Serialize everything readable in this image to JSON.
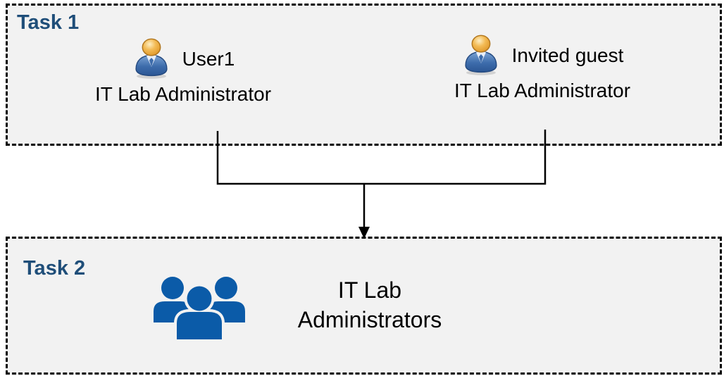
{
  "diagram": {
    "task1": {
      "label": "Task 1",
      "users": [
        {
          "name": "User1",
          "role": "IT Lab Administrator"
        },
        {
          "name": "Invited guest",
          "role": "IT Lab Administrator"
        }
      ]
    },
    "task2": {
      "label": "Task 2",
      "group": {
        "line1": "IT Lab",
        "line2": "Administrators"
      }
    },
    "colors": {
      "task_label": "#1F4E79",
      "box_background": "#F2F2F2",
      "box_border": "#000000",
      "body_text": "#000000",
      "group_icon_blue": "#0B5BA8",
      "connector": "#000000"
    },
    "icons": {
      "user_icon": "person-icon",
      "group_icon": "people-group-icon"
    }
  }
}
